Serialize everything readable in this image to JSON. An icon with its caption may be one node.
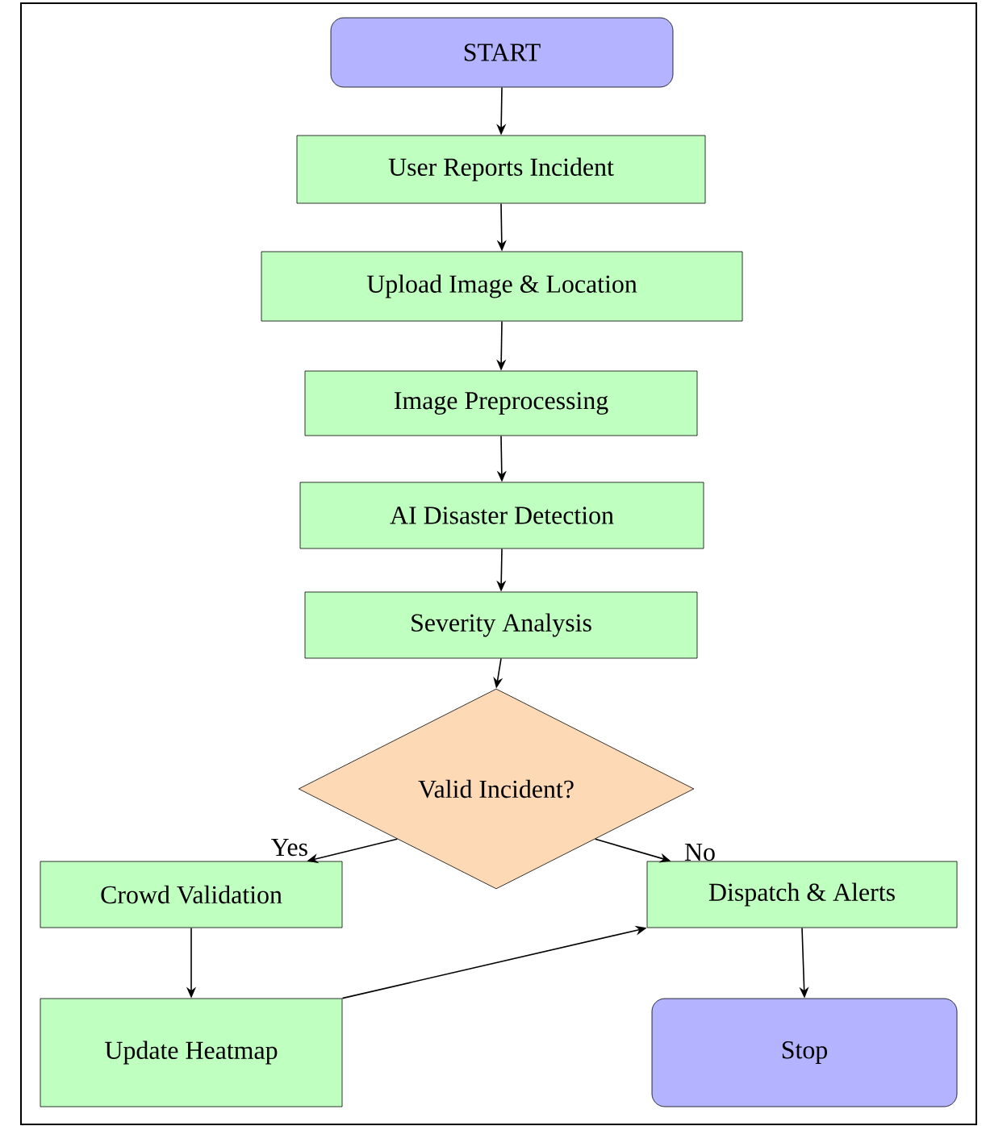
{
  "diagram": {
    "nodes": [
      {
        "text": [
          "START"
        ]
      },
      {
        "text": [
          "User Reports Incident"
        ]
      },
      {
        "text": [
          "Upload Image & Location"
        ]
      },
      {
        "text": [
          "Image Preprocessing"
        ]
      },
      {
        "text": [
          "AI Disaster Detection"
        ]
      },
      {
        "text": [
          "Severity Analysis"
        ]
      },
      {
        "text": [
          "Valid Incident?"
        ]
      },
      {
        "text": [
          "Crowd Validation"
        ]
      },
      {
        "text": [
          "Dispatch & Alerts"
        ]
      },
      {
        "text": [
          "Update Heatmap"
        ]
      },
      {
        "text": [
          "Stop"
        ]
      }
    ],
    "edges": [
      {
        "from": 0,
        "to": 1,
        "arrow": "to"
      },
      {
        "from": 1,
        "to": 2,
        "arrow": "to"
      },
      {
        "from": 2,
        "to": 3,
        "arrow": "to"
      },
      {
        "from": 3,
        "to": 4,
        "arrow": "to"
      },
      {
        "from": 4,
        "to": 5,
        "arrow": "to"
      },
      {
        "from": 5,
        "to": 6,
        "arrow": "to"
      },
      {
        "from": 6,
        "to": 7,
        "arrow": "to",
        "label": "Yes"
      },
      {
        "from": 6,
        "to": 8,
        "arrow": "to",
        "label": "No"
      },
      {
        "from": 7,
        "to": 9,
        "arrow": "to"
      },
      {
        "from": 9,
        "to": 8,
        "arrow": "to"
      },
      {
        "from": 8,
        "to": 10,
        "arrow": "to"
      }
    ]
  }
}
